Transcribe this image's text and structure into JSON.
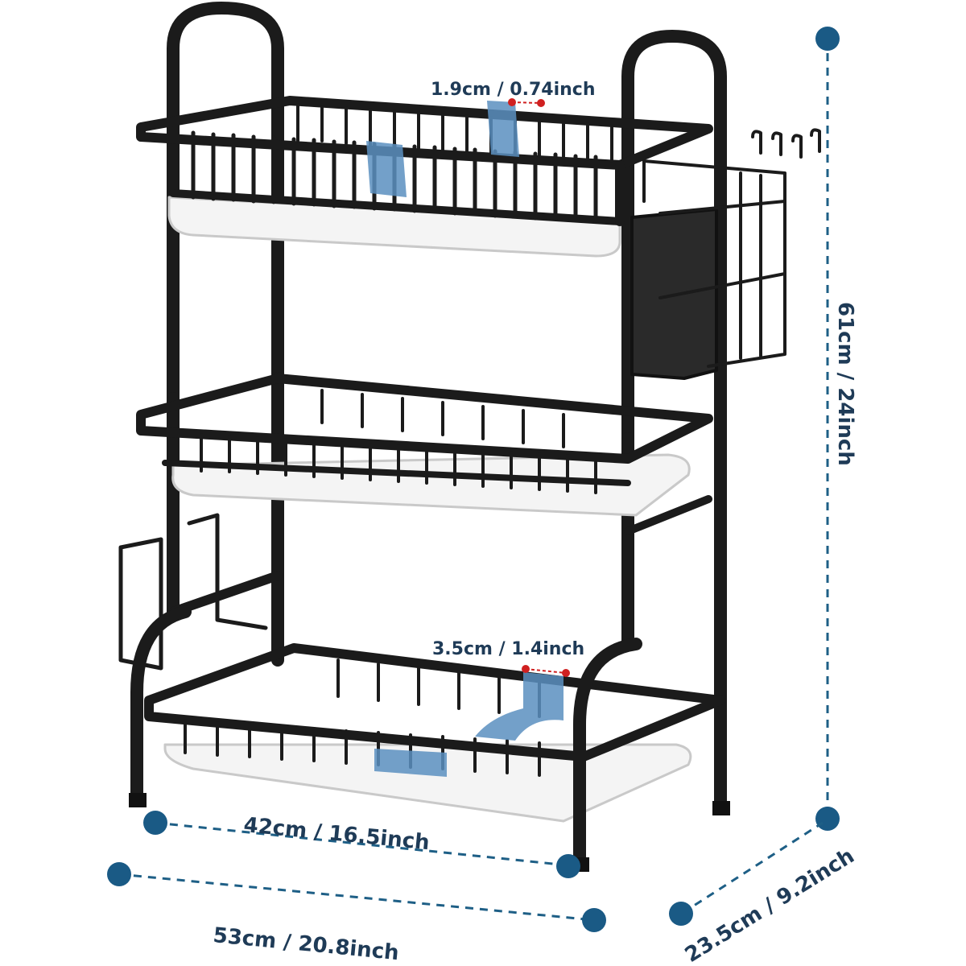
{
  "product": "dish-drying-rack",
  "colors": {
    "frame": "#1b1b1b",
    "tray": "#f4f4f4",
    "accent_blue": "#5b8fbf",
    "dimension_line": "#1e5f86",
    "dimension_dot": "#1a5a85",
    "small_marker": "#d02020"
  },
  "dimensions": {
    "top_gap": "1.9cm / 0.74inch",
    "bottom_gap": "3.5cm / 1.4inch",
    "height": "61cm / 24inch",
    "inner_width": "42cm / 16.5inch",
    "outer_width": "53cm / 20.8inch",
    "depth": "23.5cm / 9.2inch"
  }
}
